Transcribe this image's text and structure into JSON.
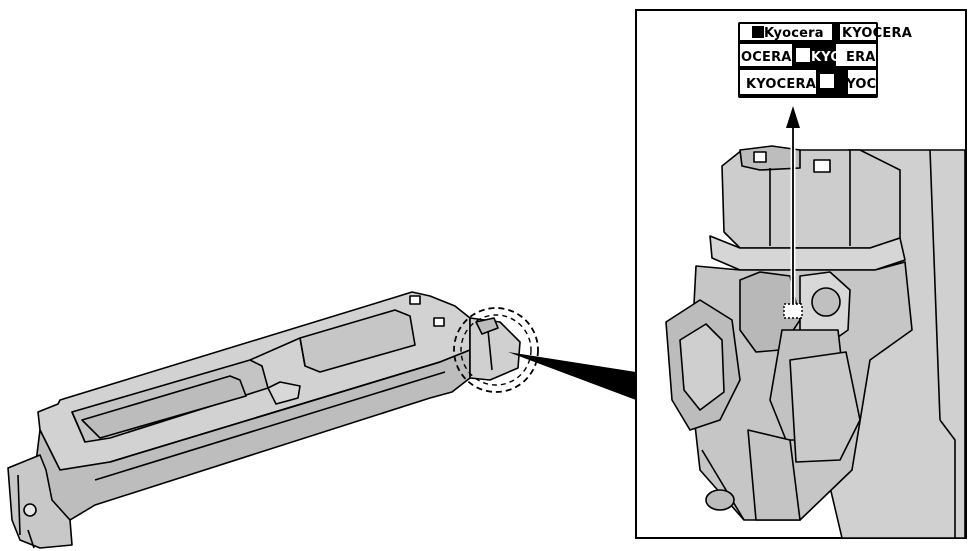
{
  "figure": {
    "subject": "toner-container",
    "palette": {
      "background": "#ffffff",
      "body_gray": "#cfcfcf",
      "shade_gray": "#b3b3b3",
      "outline": "#000000",
      "label_black": "#000000",
      "label_white": "#ffffff"
    }
  },
  "hologram_label": {
    "rows": [
      [
        "Kyocera",
        "KYOCERA",
        ""
      ],
      [
        "OCERA",
        "KYOC",
        "ERA"
      ],
      [
        "KYOCERA",
        "KYOC"
      ]
    ]
  }
}
